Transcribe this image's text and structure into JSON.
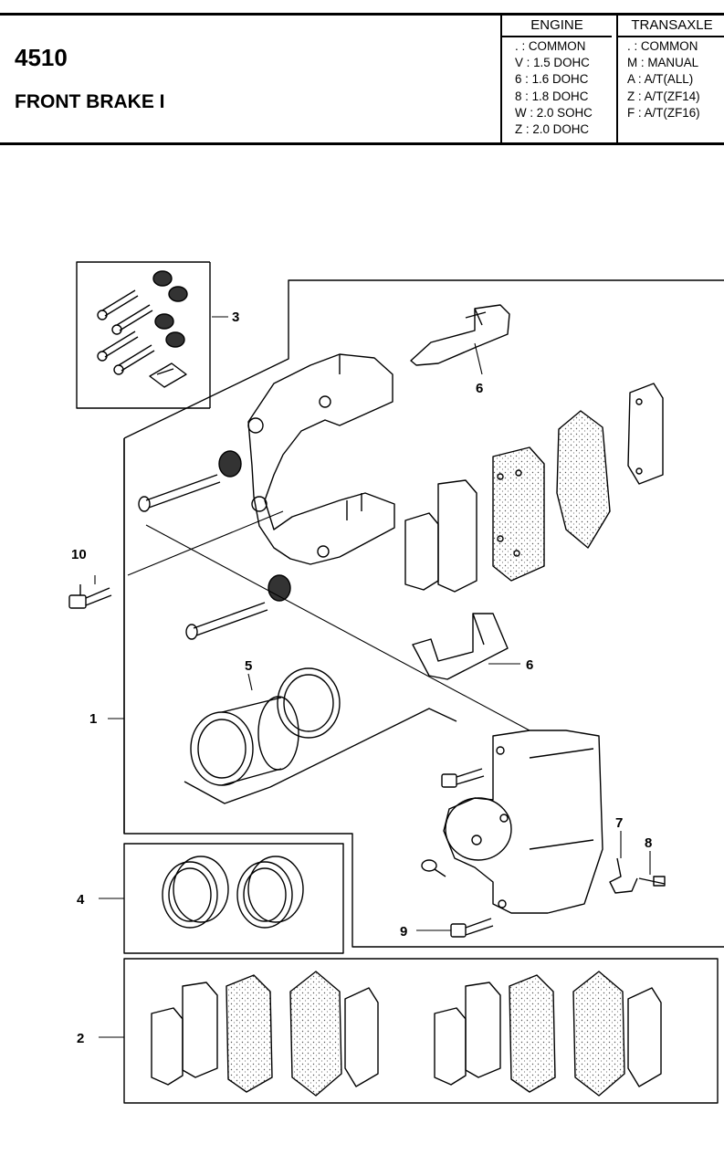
{
  "header": {
    "code": "4510",
    "title": "FRONT BRAKE I"
  },
  "engine": {
    "heading": "ENGINE",
    "rows": [
      ". : COMMON",
      "V : 1.5 DOHC",
      "6 : 1.6 DOHC",
      "8 : 1.8 DOHC",
      "W : 2.0 SOHC",
      "Z : 2.0 DOHC"
    ]
  },
  "transaxle": {
    "heading": "TRANSAXLE",
    "rows": [
      ". : COMMON",
      "M : MANUAL",
      "A : A/T(ALL)",
      "Z : A/T(ZF14)",
      "F : A/T(ZF16)"
    ]
  },
  "callouts": {
    "c1": "1",
    "c2": "2",
    "c3": "3",
    "c4": "4",
    "c5": "5",
    "c6a": "6",
    "c6b": "6",
    "c7": "7",
    "c8": "8",
    "c9": "9",
    "c10": "10"
  }
}
